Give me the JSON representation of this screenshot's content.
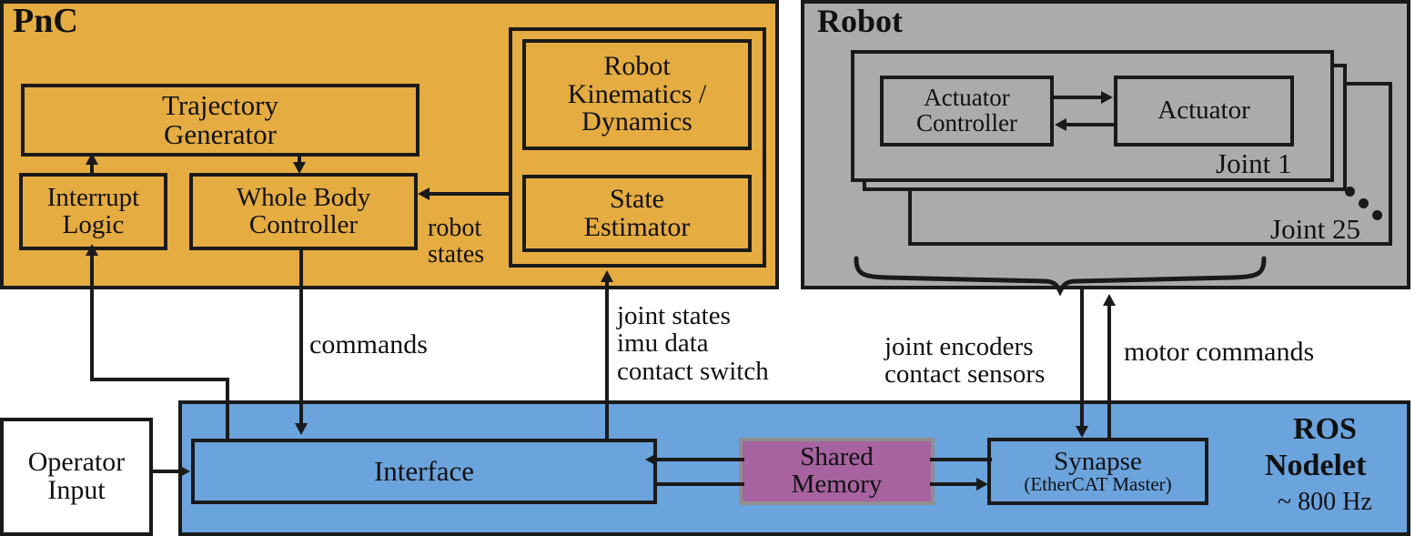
{
  "diagram": {
    "title_hidden": "Software architecture: PnC, Robot, ROS Nodelet"
  },
  "pnc": {
    "title": "PnC",
    "color": "#E5AC42",
    "nodes": {
      "trajectory_generator": "Trajectory\nGenerator",
      "interrupt_logic": "Interrupt\nLogic",
      "whole_body_controller": "Whole Body\nController",
      "robot_kinematics": "Robot\nKinematics /\nDynamics",
      "state_estimator": "State\nEstimator"
    },
    "edge_labels": {
      "robot_states": "robot\nstates"
    }
  },
  "robot": {
    "title": "Robot",
    "color": "#ABABAB",
    "nodes": {
      "actuator_controller": "Actuator\nController",
      "actuator": "Actuator"
    },
    "joint_labels": {
      "first": "Joint 1",
      "last": "Joint 25"
    },
    "ellipsis": "..."
  },
  "ros": {
    "title_line1": "ROS",
    "title_line2": "Nodelet",
    "rate": "~ 800 Hz",
    "color": "#6BA3DC",
    "nodes": {
      "interface": "Interface",
      "shared_memory": "Shared\nMemory",
      "synapse_name": "Synapse",
      "synapse_sub": "(EtherCAT Master)"
    },
    "shared_memory_color": "#A7639F"
  },
  "operator": {
    "label": "Operator\nInput"
  },
  "edge_labels": {
    "commands": "commands",
    "joint_states": "joint states\nimu data\ncontact switch",
    "joint_encoders": "joint encoders\ncontact sensors",
    "motor_commands": "motor commands"
  }
}
